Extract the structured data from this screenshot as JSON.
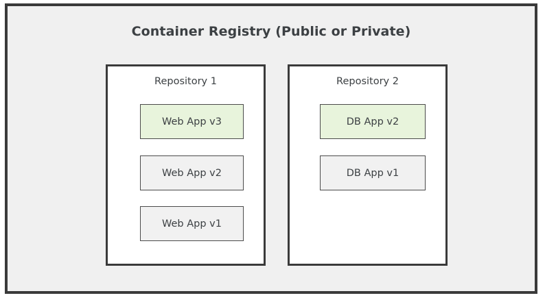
{
  "diagram": {
    "title": "Container Registry (Public or Private)",
    "colors": {
      "frame_border": "#3a3a3a",
      "frame_background": "#f0f0f0",
      "repository_background": "#ffffff",
      "latest_tag_fill": "#e8f4dc",
      "older_tag_fill": "#f1f1f1",
      "text": "#3c4043"
    },
    "repositories": [
      {
        "name": "Repository 1",
        "artifacts": [
          {
            "label": "Web App v3",
            "state": "latest"
          },
          {
            "label": "Web App v2",
            "state": "older"
          },
          {
            "label": "Web App v1",
            "state": "older"
          }
        ]
      },
      {
        "name": "Repository 2",
        "artifacts": [
          {
            "label": "DB App v2",
            "state": "latest"
          },
          {
            "label": "DB App v1",
            "state": "older"
          }
        ]
      }
    ]
  }
}
